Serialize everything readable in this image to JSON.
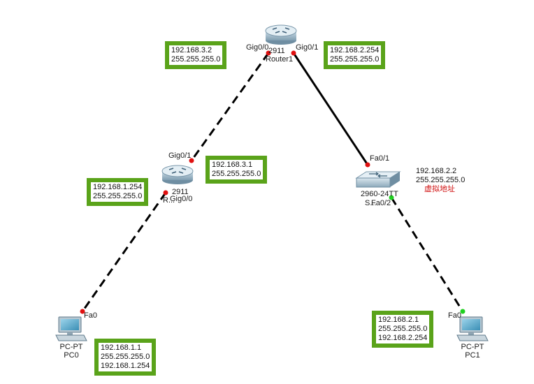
{
  "devices": {
    "router1": {
      "model": "2911",
      "name": "Router1"
    },
    "router2": {
      "model": "2911",
      "name": "R..."
    },
    "switch": {
      "model": "2960-24TT",
      "name": "S..."
    },
    "pc0": {
      "type": "PC-PT",
      "name": "PC0"
    },
    "pc1": {
      "type": "PC-PT",
      "name": "PC1"
    }
  },
  "ports": {
    "r1_gig00": "Gig0/0",
    "r1_gig01": "Gig0/1",
    "r2_gig01": "Gig0/1",
    "r2_gig00": "Gig0/0",
    "sw_fa01": "Fa0/1",
    "sw_fa024": "Fa0/2",
    "pc0_fa0": "Fa0",
    "pc1_fa0": "Fa0"
  },
  "notes": {
    "r1_g00": [
      "192.168.3.2",
      "255.255.255.0"
    ],
    "r1_g01": [
      "192.168.2.254",
      "255.255.255.0"
    ],
    "r2_g01": [
      "192.168.3.1",
      "255.255.255.0"
    ],
    "r2_g00": [
      "192.168.1.254",
      "255.255.255.0"
    ],
    "switch_vif": [
      "192.168.2.2",
      "255.255.255.0"
    ],
    "switch_vif_caption": "虚拟地址",
    "pc0": [
      "192.168.1.1",
      "255.255.255.0",
      "192.168.1.254"
    ],
    "pc1": [
      "192.168.2.1",
      "255.255.255.0",
      "192.168.2.254"
    ]
  },
  "colors": {
    "note_border": "#5aa31a",
    "link_down": "#e01010",
    "link_up": "#20d020"
  }
}
